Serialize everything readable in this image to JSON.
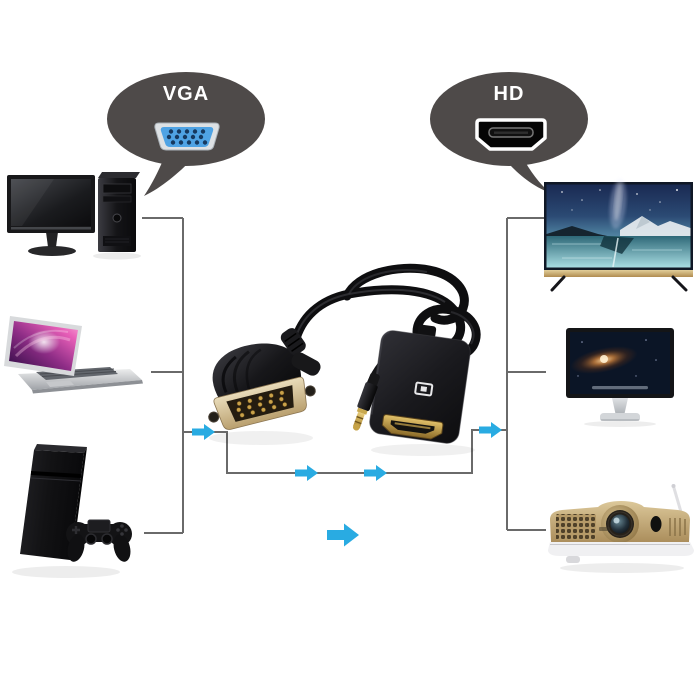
{
  "bubbles": {
    "vga": {
      "label": "VGA",
      "connector_icon": "vga-port-icon"
    },
    "hd": {
      "label": "HD",
      "connector_icon": "hdmi-port-icon"
    }
  },
  "source_devices": [
    {
      "icon": "desktop-computer-icon"
    },
    {
      "icon": "laptop-icon"
    },
    {
      "icon": "game-console-icon"
    }
  ],
  "output_devices": [
    {
      "icon": "tv-icon"
    },
    {
      "icon": "display-monitor-icon"
    },
    {
      "icon": "projector-icon"
    }
  ],
  "product": {
    "icon": "vga-to-hdmi-adapter-cable"
  },
  "colors": {
    "background": "#ffffff",
    "bubble": "#4e4a49",
    "bubble_text": "#ffffff",
    "connection_line": "#6a6a6a",
    "arrow_accent": "#29abe2",
    "vga_plug_blue": "#4fa3e4",
    "tv_bezel_gold": "#c9a96a",
    "projector_gold": "#c3ab77"
  }
}
